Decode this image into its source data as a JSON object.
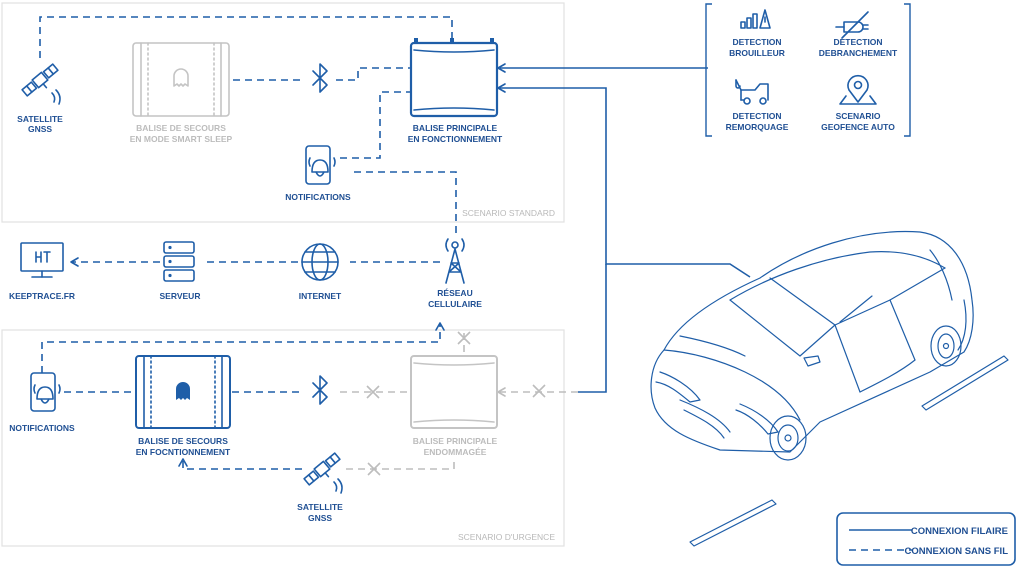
{
  "zones": {
    "standard": "SCENARIO STANDARD",
    "urgence": "SCENARIO D'URGENCE"
  },
  "standard": {
    "satellite": [
      "SATELLITE",
      "GNSS"
    ],
    "backup_sleep": [
      "BALISE DE SECOURS",
      "EN MODE SMART SLEEP"
    ],
    "main_ok": [
      "BALISE PRINCIPALE",
      "EN FONCTIONNEMENT"
    ],
    "notifications": "NOTIFICATIONS"
  },
  "network": {
    "keeptrace": "KEEPTRACE.FR",
    "serveur": "SERVEUR",
    "internet": "INTERNET",
    "cellulaire": [
      "RÉSEAU",
      "CELLULAIRE"
    ]
  },
  "urgence": {
    "notifications": "NOTIFICATIONS",
    "backup_on": [
      "BALISE DE SECOURS",
      "EN FOCNTIONNEMENT"
    ],
    "main_damaged": [
      "BALISE PRINCIPALE",
      "ENDOMMAGÉE"
    ],
    "satellite": [
      "SATELLITE",
      "GNSS"
    ]
  },
  "detections": {
    "brouilleur": [
      "DETECTION",
      "BROUILLEUR"
    ],
    "debranchement": [
      "DETECTION",
      "DEBRANCHEMENT"
    ],
    "remorquage": [
      "DETECTION",
      "REMORQUAGE"
    ],
    "geofence": [
      "SCENARIO",
      "GEOFENCE AUTO"
    ]
  },
  "legend": {
    "wired": "CONNEXION FILAIRE",
    "wireless": "CONNEXION SANS FIL"
  },
  "colors": {
    "primary": "#1f5ea8",
    "inactive": "#bdbdbd"
  }
}
